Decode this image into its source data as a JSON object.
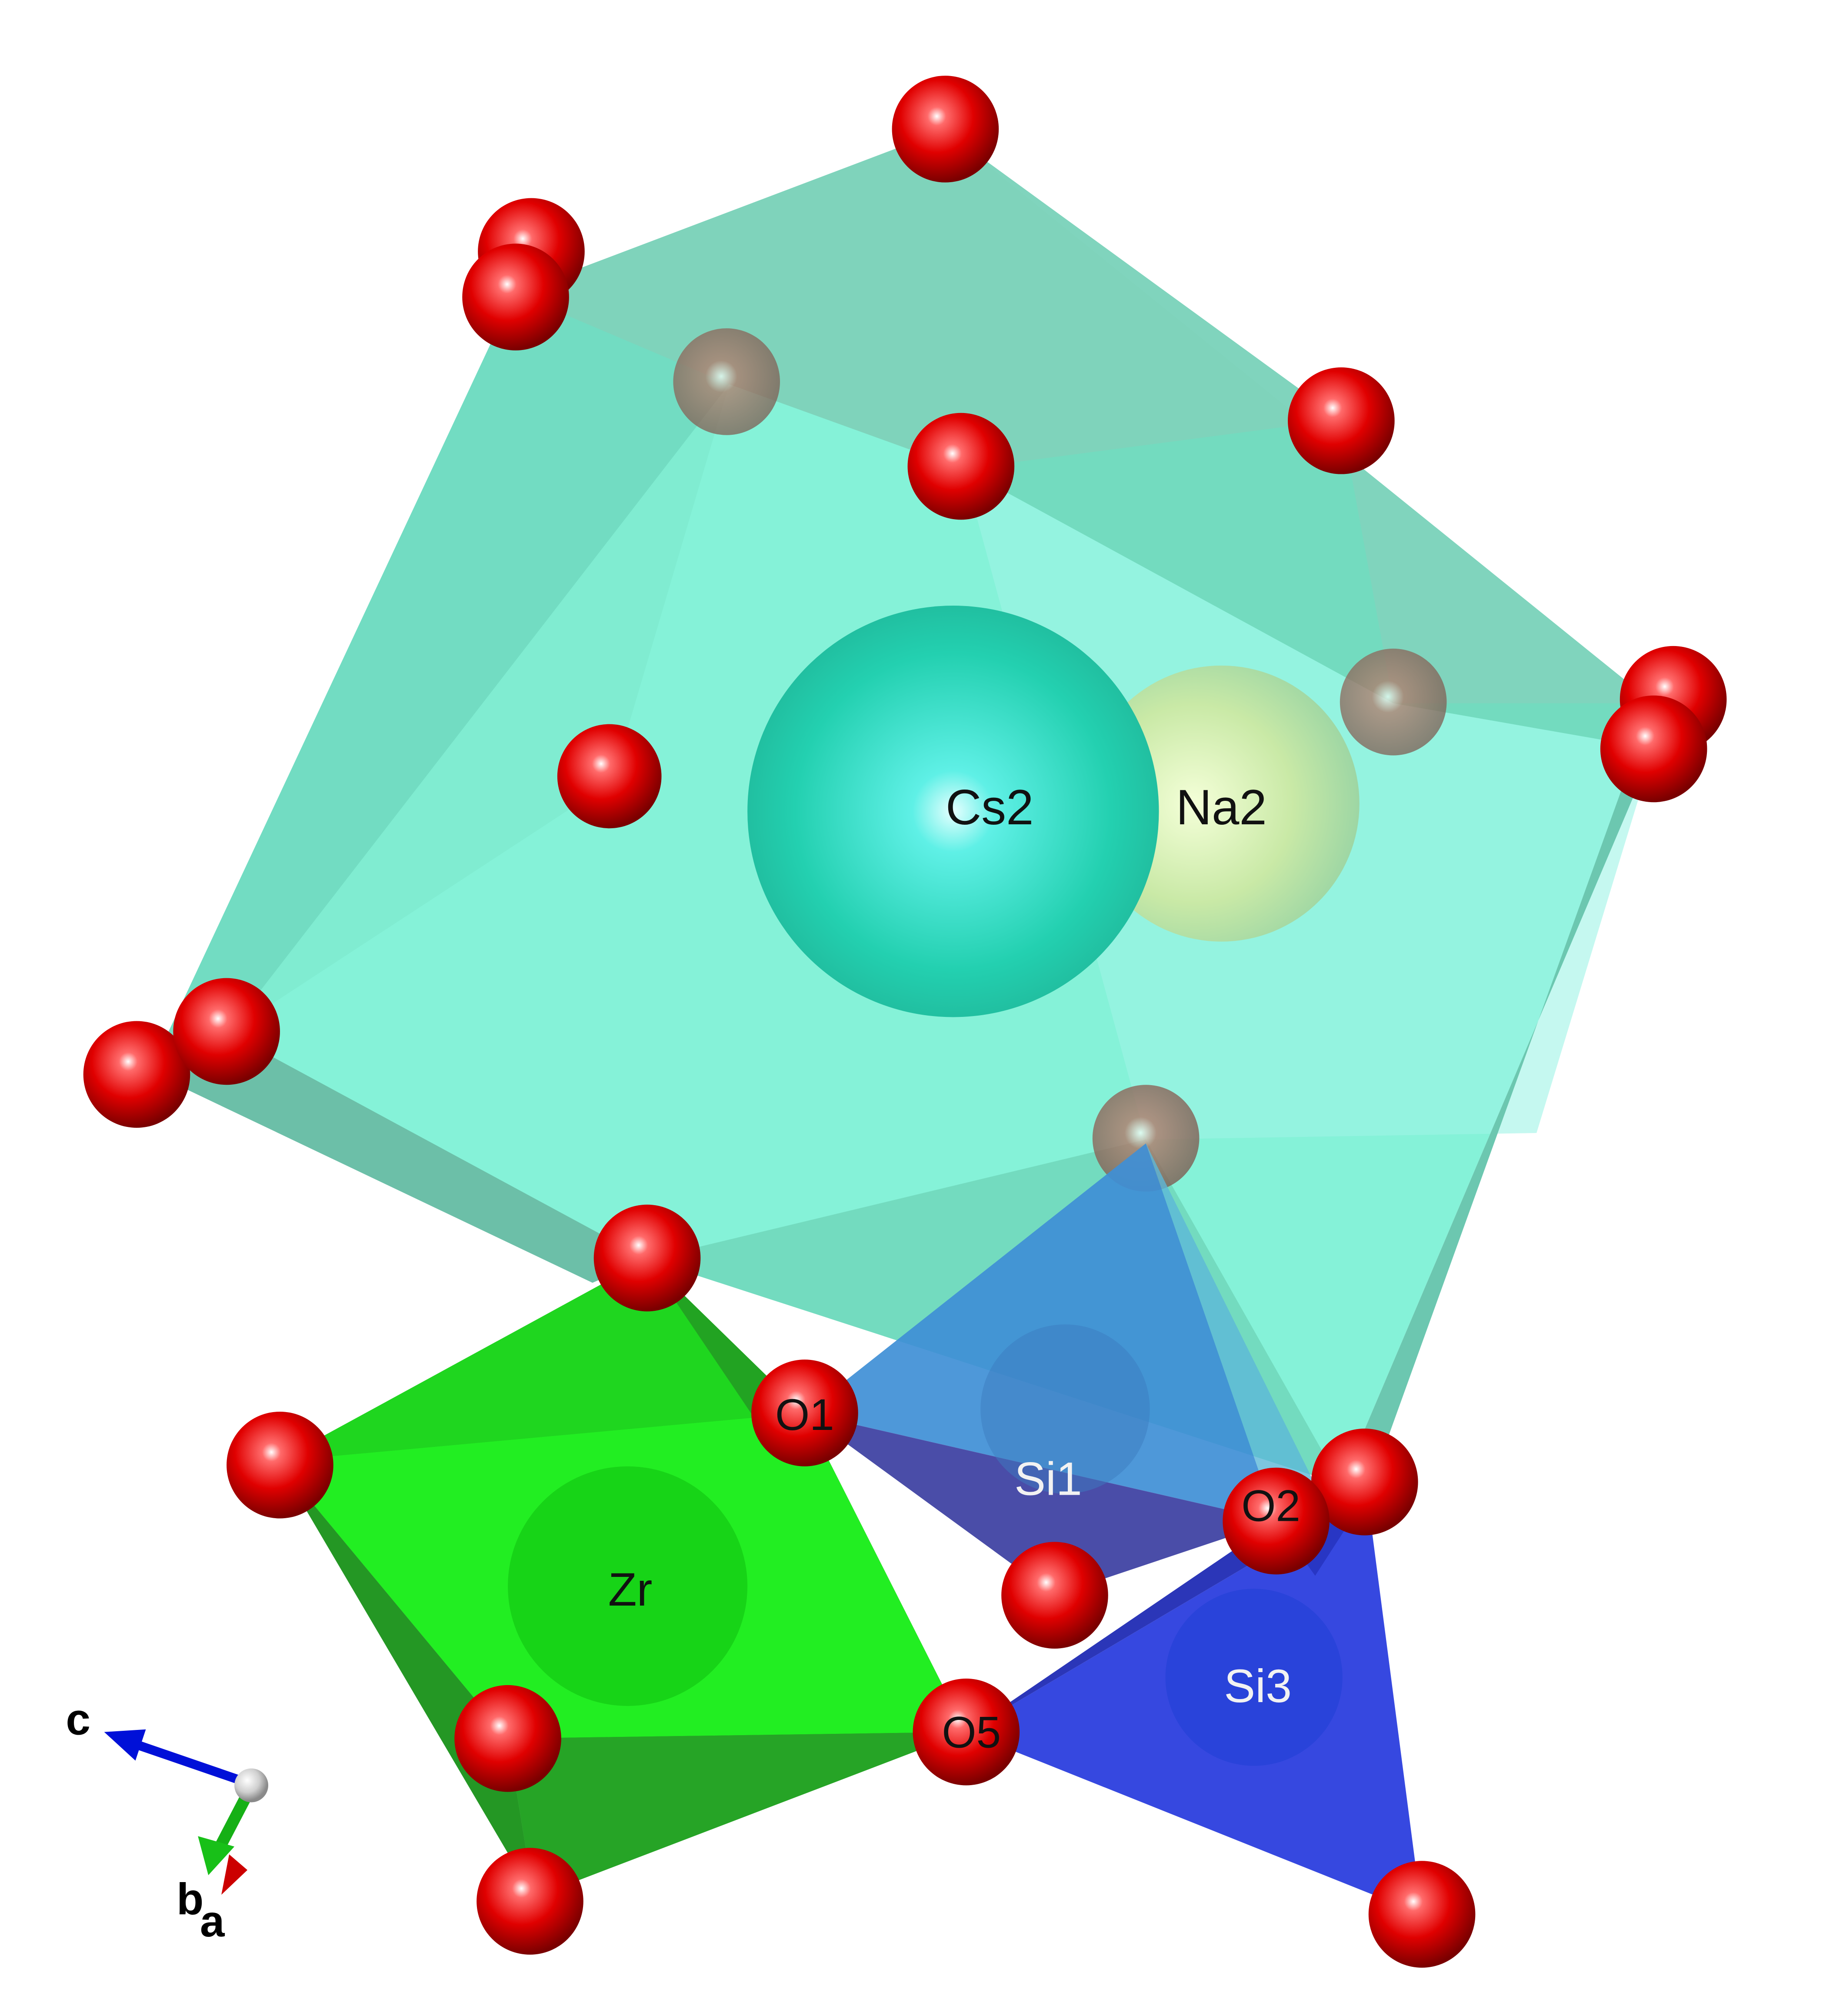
{
  "atom_labels": {
    "cs2": "Cs2",
    "na2": "Na2",
    "zr": "Zr",
    "si1": "Si1",
    "si3": "Si3",
    "o1": "O1",
    "o2": "O2",
    "o5": "O5"
  },
  "axes": {
    "c": "c",
    "b": "b",
    "a": "a"
  },
  "colors": {
    "oxygen": "#dd0000",
    "cs_polyhedron": "#6fe8c6",
    "cs_atom": "#27d9b4",
    "na_atom": "#c8e8a0",
    "zr_polyhedron": "#1ec41e",
    "si1_polyhedron": "#3a6fcf",
    "si3_polyhedron": "#2f3fe0",
    "axis_c": "#0000dd",
    "axis_b": "#11bb11",
    "axis_a": "#cc0000"
  }
}
